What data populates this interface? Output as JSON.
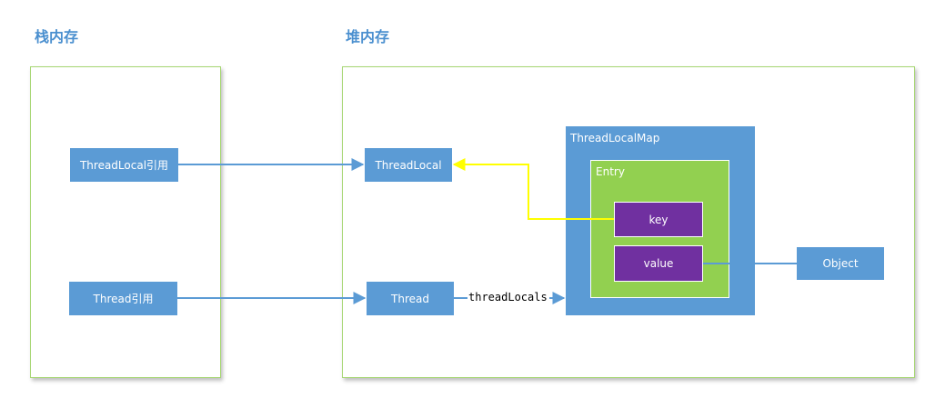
{
  "titles": {
    "stack": "栈内存",
    "heap": "堆内存"
  },
  "stack": {
    "threadlocal_ref": "ThreadLocal引用",
    "thread_ref": "Thread引用"
  },
  "heap": {
    "threadlocal": "ThreadLocal",
    "thread": "Thread",
    "threadlocalmap": "ThreadLocalMap",
    "entry": "Entry",
    "key": "key",
    "value": "value",
    "object": "Object"
  },
  "edges": {
    "threadlocals_label": "threadLocals"
  },
  "colors": {
    "box_blue": "#5b9bd5",
    "entry_green": "#92d050",
    "kv_purple": "#7030a0",
    "weak_ref_yellow": "#ffff00",
    "panel_border": "#a6d672",
    "title_blue": "#4a8fcf"
  }
}
